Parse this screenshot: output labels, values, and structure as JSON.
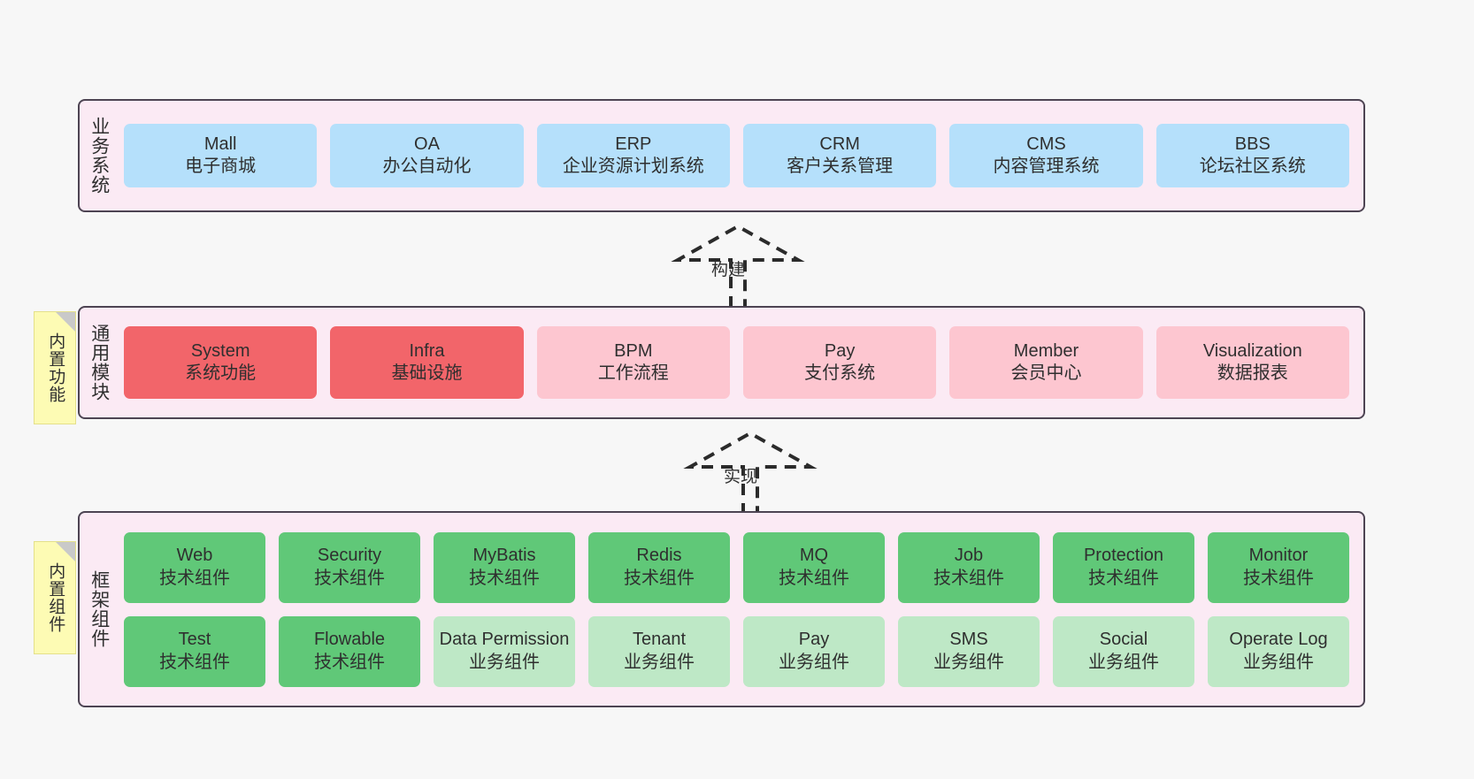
{
  "diagram": {
    "title_hidden": "",
    "background": "#f7f7f7",
    "border_color": "#4d4453",
    "layer_bg": "#fbeaf4",
    "sticky_bg": "#fdfbb4"
  },
  "layers": [
    {
      "id": "business",
      "title": "业务系统",
      "accent": "#b5e0fb",
      "rows": [
        [
          {
            "en": "Mall",
            "cn": "电子商城",
            "color": "c-blue"
          },
          {
            "en": "OA",
            "cn": "办公自动化",
            "color": "c-blue"
          },
          {
            "en": "ERP",
            "cn": "企业资源计划系统",
            "color": "c-blue"
          },
          {
            "en": "CRM",
            "cn": "客户关系管理",
            "color": "c-blue"
          },
          {
            "en": "CMS",
            "cn": "内容管理系统",
            "color": "c-blue"
          },
          {
            "en": "BBS",
            "cn": "论坛社区系统",
            "color": "c-blue"
          }
        ]
      ]
    },
    {
      "id": "common",
      "title": "通用模块",
      "accent": "#f2656a",
      "sticky": "内置功能",
      "rows": [
        [
          {
            "en": "System",
            "cn": "系统功能",
            "color": "c-red"
          },
          {
            "en": "Infra",
            "cn": "基础设施",
            "color": "c-red"
          },
          {
            "en": "BPM",
            "cn": "工作流程",
            "color": "c-pink"
          },
          {
            "en": "Pay",
            "cn": "支付系统",
            "color": "c-pink"
          },
          {
            "en": "Member",
            "cn": "会员中心",
            "color": "c-pink"
          },
          {
            "en": "Visualization",
            "cn": "数据报表",
            "color": "c-pink"
          }
        ]
      ]
    },
    {
      "id": "framework",
      "title": "框架组件",
      "accent": "#60c878",
      "sticky": "内置组件",
      "rows": [
        [
          {
            "en": "Web",
            "cn": "技术组件",
            "color": "c-green"
          },
          {
            "en": "Security",
            "cn": "技术组件",
            "color": "c-green"
          },
          {
            "en": "MyBatis",
            "cn": "技术组件",
            "color": "c-green"
          },
          {
            "en": "Redis",
            "cn": "技术组件",
            "color": "c-green"
          },
          {
            "en": "MQ",
            "cn": "技术组件",
            "color": "c-green"
          },
          {
            "en": "Job",
            "cn": "技术组件",
            "color": "c-green"
          },
          {
            "en": "Protection",
            "cn": "技术组件",
            "color": "c-green"
          },
          {
            "en": "Monitor",
            "cn": "技术组件",
            "color": "c-green"
          }
        ],
        [
          {
            "en": "Test",
            "cn": "技术组件",
            "color": "c-green"
          },
          {
            "en": "Flowable",
            "cn": "技术组件",
            "color": "c-green"
          },
          {
            "en": "Data Permission",
            "cn": "业务组件",
            "color": "c-lightgreen"
          },
          {
            "en": "Tenant",
            "cn": "业务组件",
            "color": "c-lightgreen"
          },
          {
            "en": "Pay",
            "cn": "业务组件",
            "color": "c-lightgreen"
          },
          {
            "en": "SMS",
            "cn": "业务组件",
            "color": "c-lightgreen"
          },
          {
            "en": "Social",
            "cn": "业务组件",
            "color": "c-lightgreen"
          },
          {
            "en": "Operate Log",
            "cn": "业务组件",
            "color": "c-lightgreen"
          }
        ]
      ]
    }
  ],
  "connectors": [
    {
      "id": "build",
      "label": "构建",
      "from": "common",
      "to": "business",
      "style": "dashed-generalization"
    },
    {
      "id": "implement",
      "label": "实现",
      "from": "framework",
      "to": "common",
      "style": "dashed-generalization"
    }
  ],
  "stickies": [
    {
      "id": "common-note",
      "label": "内置功能"
    },
    {
      "id": "framework-note",
      "label": "内置组件"
    }
  ]
}
